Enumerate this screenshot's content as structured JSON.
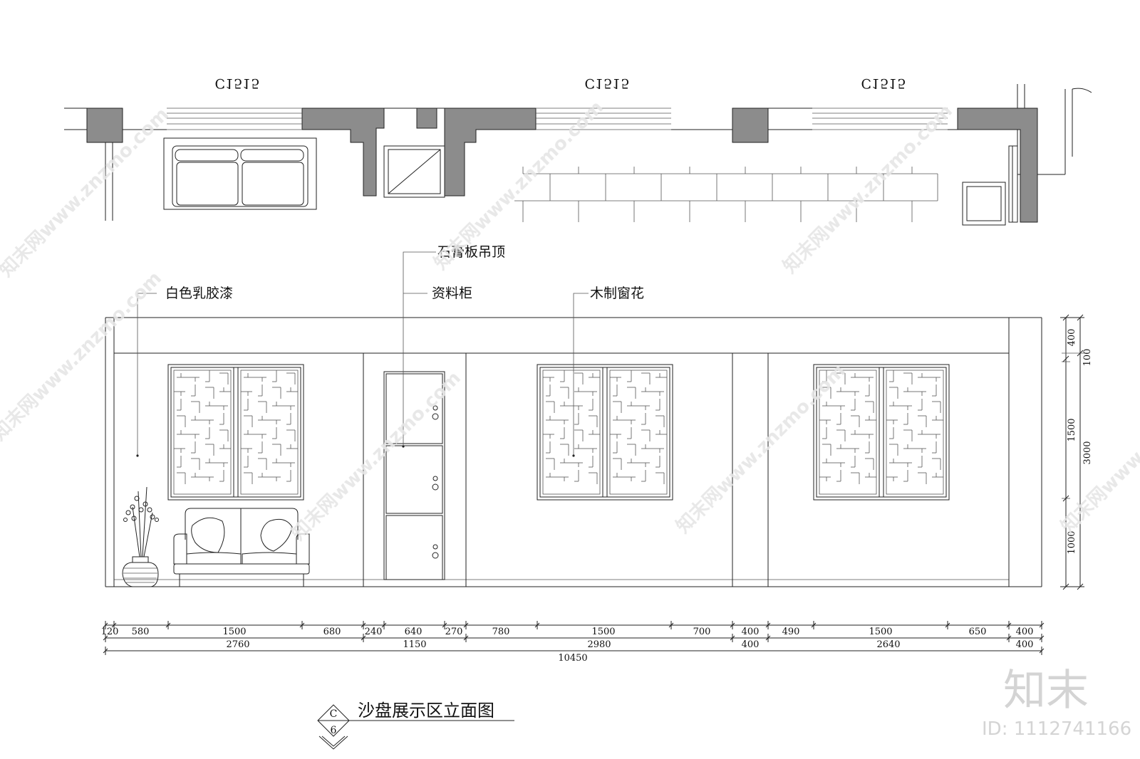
{
  "plan": {
    "window_tags": [
      "C1515",
      "C1515",
      "C1515"
    ]
  },
  "callouts": {
    "ceiling": "石膏板吊顶",
    "paint": "白色乳胶漆",
    "cabinet": "资料柜",
    "lattice": "木制窗花"
  },
  "dims": {
    "row1": [
      "120",
      "580",
      "1500",
      "680",
      "240",
      "640",
      "270",
      "780",
      "1500",
      "700",
      "400",
      "490",
      "1500",
      "650",
      "400"
    ],
    "row2": [
      "2760",
      "1150",
      "2980",
      "400",
      "2640",
      "400"
    ],
    "total": "10450",
    "right_a": [
      "400",
      "1500",
      "1000"
    ],
    "right_b": [
      "100",
      "3000"
    ]
  },
  "title_block": {
    "title": "沙盘展示区立面图",
    "ref_top": "C",
    "ref_bottom": "6"
  },
  "watermark": {
    "text": "知末网www.znzmo.com",
    "brand": "知末",
    "id": "ID: 1112741166"
  }
}
